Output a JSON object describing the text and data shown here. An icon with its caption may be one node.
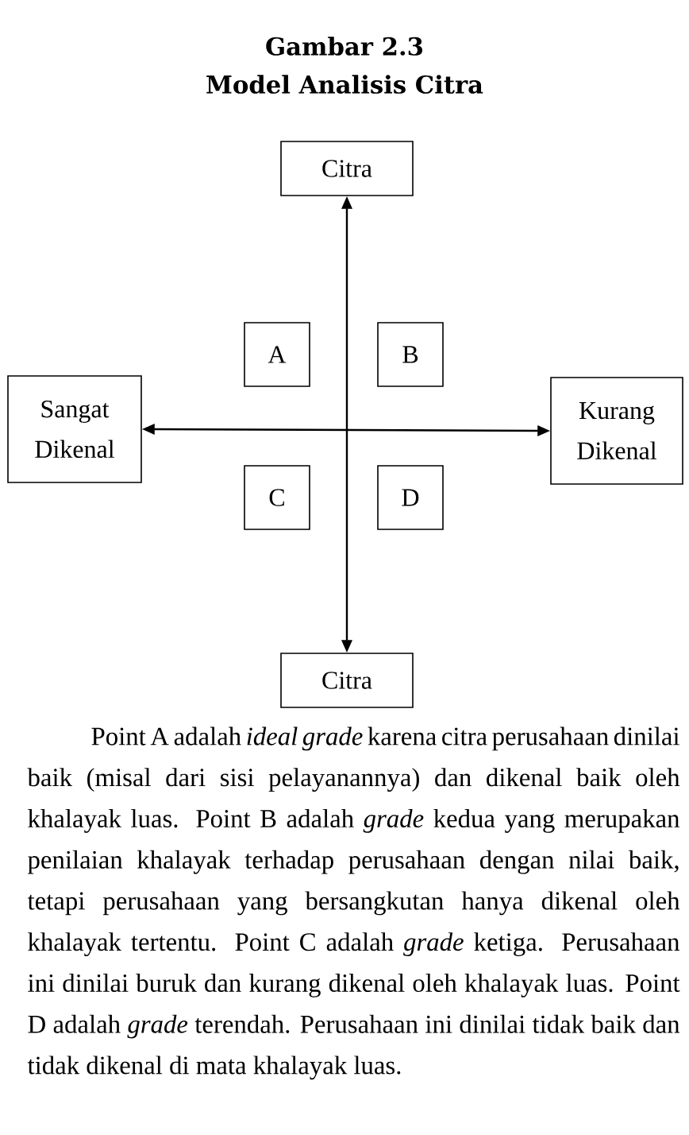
{
  "diagram": {
    "title": "Gambar 2.3",
    "caption": "Model Analisis Citra",
    "nodes": [
      {
        "text": [
          "Citra"
        ]
      },
      {
        "text": [
          "A"
        ]
      },
      {
        "text": [
          "B"
        ]
      },
      {
        "text": [
          "Sangat Dikenal"
        ]
      },
      {
        "text": [
          "Kurang Dikenal"
        ]
      },
      {
        "text": [
          "C"
        ]
      },
      {
        "text": [
          "D"
        ]
      },
      {
        "text": [
          "Citra"
        ]
      }
    ],
    "edges": [
      {
        "from": 7,
        "to": 0,
        "arrow": "both"
      },
      {
        "from": 3,
        "to": 4,
        "arrow": "both"
      }
    ],
    "labels": [
      "Point A adalah *ideal grade* karena citra perusahaan dinilai baik (misal dari sisi pelayanannya) dan dikenal baik oleh khalayak luas. Point B adalah *grade* kedua yang merupakan penilaian khalayak terhadap perusahaan dengan nilai baik, tetapi perusahaan yang bersangkutan hanya dikenal oleh khalayak tertentu. Point C adalah *grade* ketiga. Perusahaan ini dinilai buruk dan kurang dikenal oleh khalayak luas. Point D adalah *grade* terendah. Perusahaan ini dinilai tidak baik dan tidak dikenal di mata khalayak luas."
    ]
  }
}
